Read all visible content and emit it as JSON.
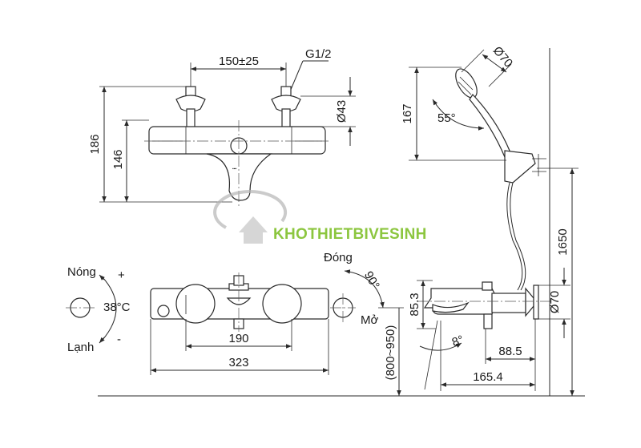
{
  "front_view": {
    "dim_inlet_spacing": "150±25",
    "dim_thread": "G1/2",
    "dim_diameter_inlet": "Ø43",
    "dim_total_height": "186",
    "dim_body_height": "146"
  },
  "shower_view": {
    "dim_head_diameter": "Ø70",
    "dim_head_height": "167",
    "dim_head_angle": "55°",
    "dim_rail_height": "1650"
  },
  "watermark": {
    "text": "KHOTHIETBIVESINH",
    "colors": {
      "green": "#8cc63f",
      "gray": "#b5b5b5"
    }
  },
  "temperature_dial": {
    "hot_label": "Nóng",
    "plus_sign": "+",
    "temp_label": "38°C",
    "cold_label": "Lạnh",
    "minus_sign": "-"
  },
  "flow_dial": {
    "close_label": "Đóng",
    "angle_label": "90°",
    "open_label": "Mở"
  },
  "top_view": {
    "dim_center_spacing": "190",
    "dim_total_length": "323",
    "dim_install_height": "(800~950)"
  },
  "side_view": {
    "dim_spout_height": "85.3",
    "dim_spout_angle": "8°",
    "dim_spout_reach": "88.5",
    "dim_total_depth": "165.4",
    "dim_flange_diameter": "Ø70"
  }
}
